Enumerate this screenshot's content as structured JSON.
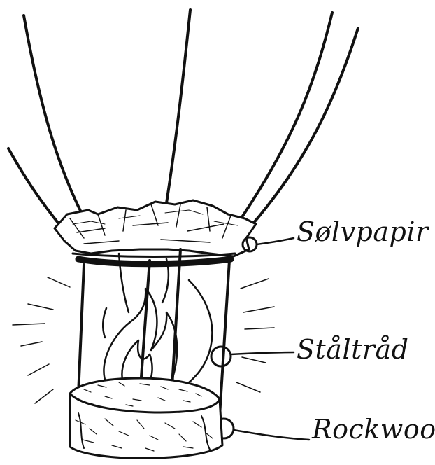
{
  "labels": {
    "foil": "Sølvpapir",
    "wire": "Ståltråd",
    "rockwool": "Rockwool"
  },
  "icons": [
    "balloon-envelope-icon",
    "foil-collar-icon",
    "flame-icon",
    "rockwool-block-icon"
  ],
  "colors": {
    "ink": "#111111",
    "paper": "#ffffff"
  }
}
